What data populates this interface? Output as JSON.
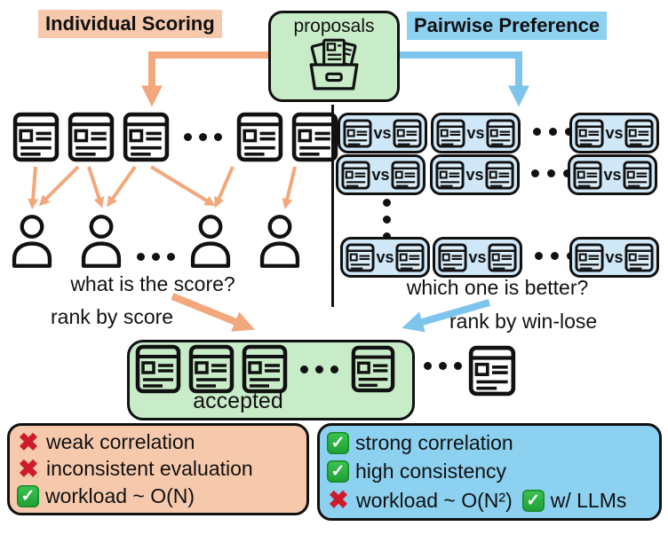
{
  "colors": {
    "peach": "#f6c9ac",
    "orange_arrow": "#f2a87c",
    "blue": "#8dd1f1",
    "blue_arrow": "#7fc4ed",
    "pair_blue": "#cfe7f7",
    "mini_doc_blue": "#ddeffb",
    "green": "#c8ebc8",
    "check_green": "#27b43e",
    "cross_red": "#cf1a2b",
    "ink": "#111111"
  },
  "header_left": "Individual Scoring",
  "header_right": "Pairwise Preference",
  "proposals": {
    "label": "proposals"
  },
  "left_panel": {
    "question": "what is the score?",
    "rank_label": "rank by score"
  },
  "right_panel": {
    "question": "which one is better?",
    "rank_label": "rank by win-lose",
    "vs_label": "vs"
  },
  "accepted": {
    "label": "accepted"
  },
  "verdict_left": {
    "items": [
      {
        "icon": "cross-icon",
        "text": "weak correlation"
      },
      {
        "icon": "cross-icon",
        "text": "inconsistent evaluation"
      },
      {
        "icon": "check-icon",
        "text": "workload ~ O(N)"
      }
    ]
  },
  "verdict_right": {
    "items": [
      {
        "icon": "check-icon",
        "text": "strong correlation"
      },
      {
        "icon": "check-icon",
        "text": "high consistency"
      },
      {
        "icon": "cross-icon",
        "text": "workload ~ O(N²)"
      },
      {
        "icon": "check-icon",
        "text": "w/ LLMs"
      }
    ]
  }
}
